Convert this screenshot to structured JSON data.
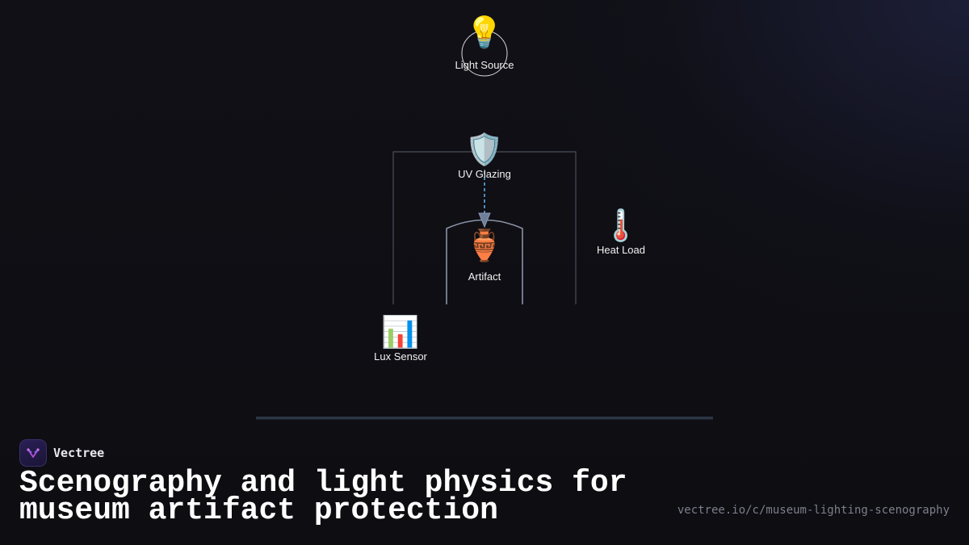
{
  "diagram": {
    "nodes": {
      "light_source": {
        "label": "Light Source",
        "icon": "lightbulb-icon",
        "glyph": "💡"
      },
      "uv_glazing": {
        "label": "UV Glazing",
        "icon": "shield-icon",
        "glyph": "🛡️"
      },
      "artifact": {
        "label": "Artifact",
        "icon": "amphora-icon",
        "glyph": "🏺"
      },
      "heat_load": {
        "label": "Heat Load",
        "icon": "thermometer-icon",
        "glyph": "🌡️"
      },
      "lux_sensor": {
        "label": "Lux Sensor",
        "icon": "bar-chart-icon",
        "glyph": "📊"
      }
    },
    "colors": {
      "flow_arrow": "#5aa9e6",
      "case_outline": "#8a93a6",
      "enclosure_outline": "#4a4e5c",
      "baseline": "#2c3645"
    }
  },
  "footer": {
    "brand_name": "Vectree",
    "title": "Scenography and light physics for museum artifact protection",
    "url": "vectree.io/c/museum-lighting-scenography"
  }
}
